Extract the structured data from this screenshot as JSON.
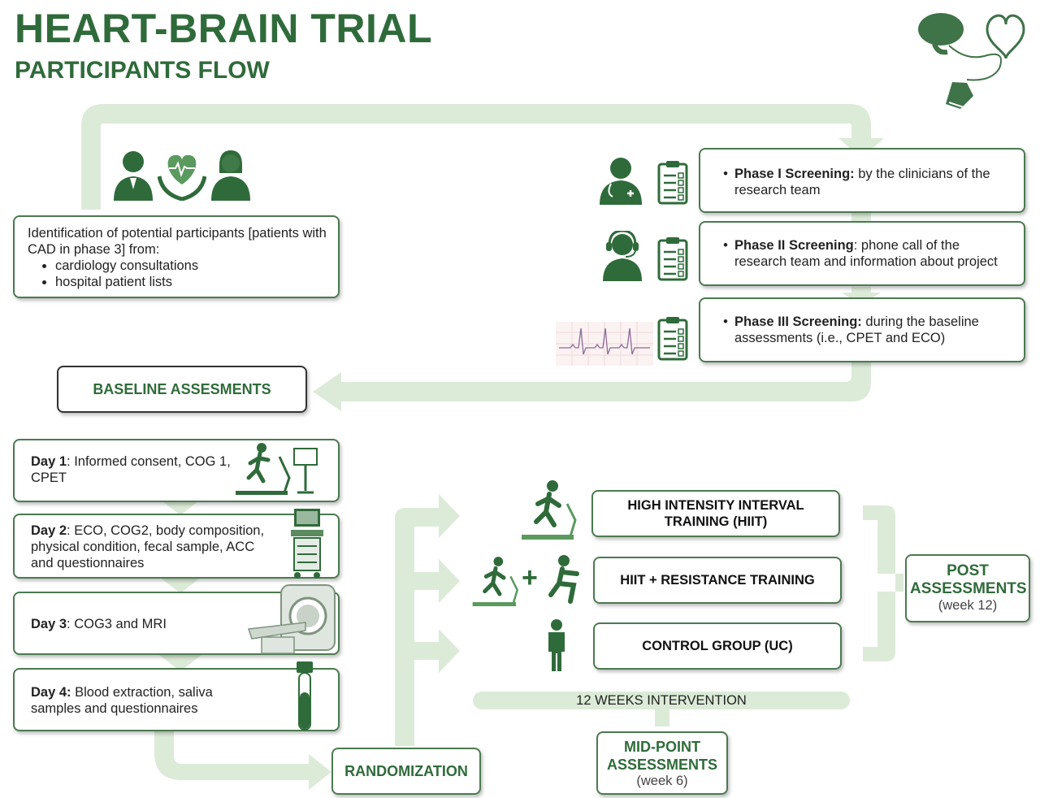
{
  "header": {
    "title": "HEART-BRAIN TRIAL",
    "subtitle": "PARTICIPANTS FLOW"
  },
  "identification": {
    "intro": "Identification of potential participants [patients with CAD in phase 3] from:",
    "items": [
      "cardiology consultations",
      "hospital patient lists"
    ]
  },
  "screening": [
    {
      "label": "Phase I Screening:",
      "text": " by the clinicians of the research team"
    },
    {
      "label": "Phase II Screening",
      "text": ": phone call of the research team and information about project"
    },
    {
      "label": "Phase III Screening:",
      "text": " during the baseline assessments (i.e., CPET and ECO)"
    }
  ],
  "baseline": {
    "label": "BASELINE ASSESMENTS"
  },
  "days": [
    {
      "label": "Day 1",
      "text": ": Informed consent, COG 1, CPET"
    },
    {
      "label": "Day 2",
      "text": ": ECO, COG2, body composition, physical condition, fecal sample, ACC and questionnaires"
    },
    {
      "label": "Day 3",
      "text": ": COG3 and MRI"
    },
    {
      "label": "Day 4:",
      "text": " Blood extraction, saliva samples and questionnaires"
    }
  ],
  "randomization": {
    "label": "RANDOMIZATION"
  },
  "groups": [
    {
      "label": "HIGH INTENSITY INTERVAL TRAINING (HIIT)"
    },
    {
      "label": "HIIT + RESISTANCE TRAINING"
    },
    {
      "label": "CONTROL GROUP (UC)"
    }
  ],
  "plus_sign": "+",
  "intervention": {
    "label": "12 WEEKS INTERVENTION"
  },
  "midpoint": {
    "title": "MID-POINT ASSESSMENTS",
    "week": "(week 6)"
  },
  "post": {
    "title": "POST ASSESSMENTS",
    "week": "(week 12)"
  },
  "colors": {
    "primary_green": "#2f6b3a",
    "arrow_green": "#dcebd8",
    "border_green": "#4b7a50"
  },
  "icons": [
    "brain-heart-shoe-icon",
    "doctor-icon",
    "heart-hands-icon",
    "nurse-icon",
    "clinician-icon",
    "clipboard-icon",
    "headset-operator-icon",
    "ecg-icon",
    "treadmill-cpet-icon",
    "ultrasound-icon",
    "mri-icon",
    "blood-tube-icon",
    "treadmill-runner-icon",
    "squat-person-icon",
    "standing-person-icon"
  ]
}
